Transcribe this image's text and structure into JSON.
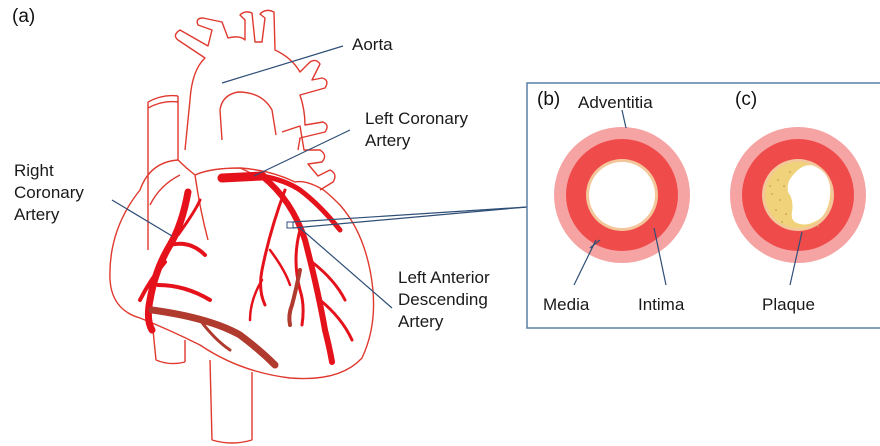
{
  "panels": {
    "a": "(a)",
    "b": "(b)",
    "c": "(c)"
  },
  "labels": {
    "aorta": "Aorta",
    "left_coronary": "Left Coronary\nArtery",
    "right_coronary": "Right\nCoronary\nArtery",
    "lad": "Left Anterior\nDescending\nArtery",
    "adventitia": "Adventitia",
    "media": "Media",
    "intima": "Intima",
    "plaque": "Plaque"
  },
  "colors": {
    "outline": "#e0392f",
    "artery": "#e5121b",
    "artery_dark": "#b03a2e",
    "adventitia": "#f5a3a3",
    "media": "#f04b4b",
    "intima": "#f3c79a",
    "plaque": "#f0d27a",
    "leader": "#2f4f77",
    "box_border": "#5a7fa6"
  }
}
